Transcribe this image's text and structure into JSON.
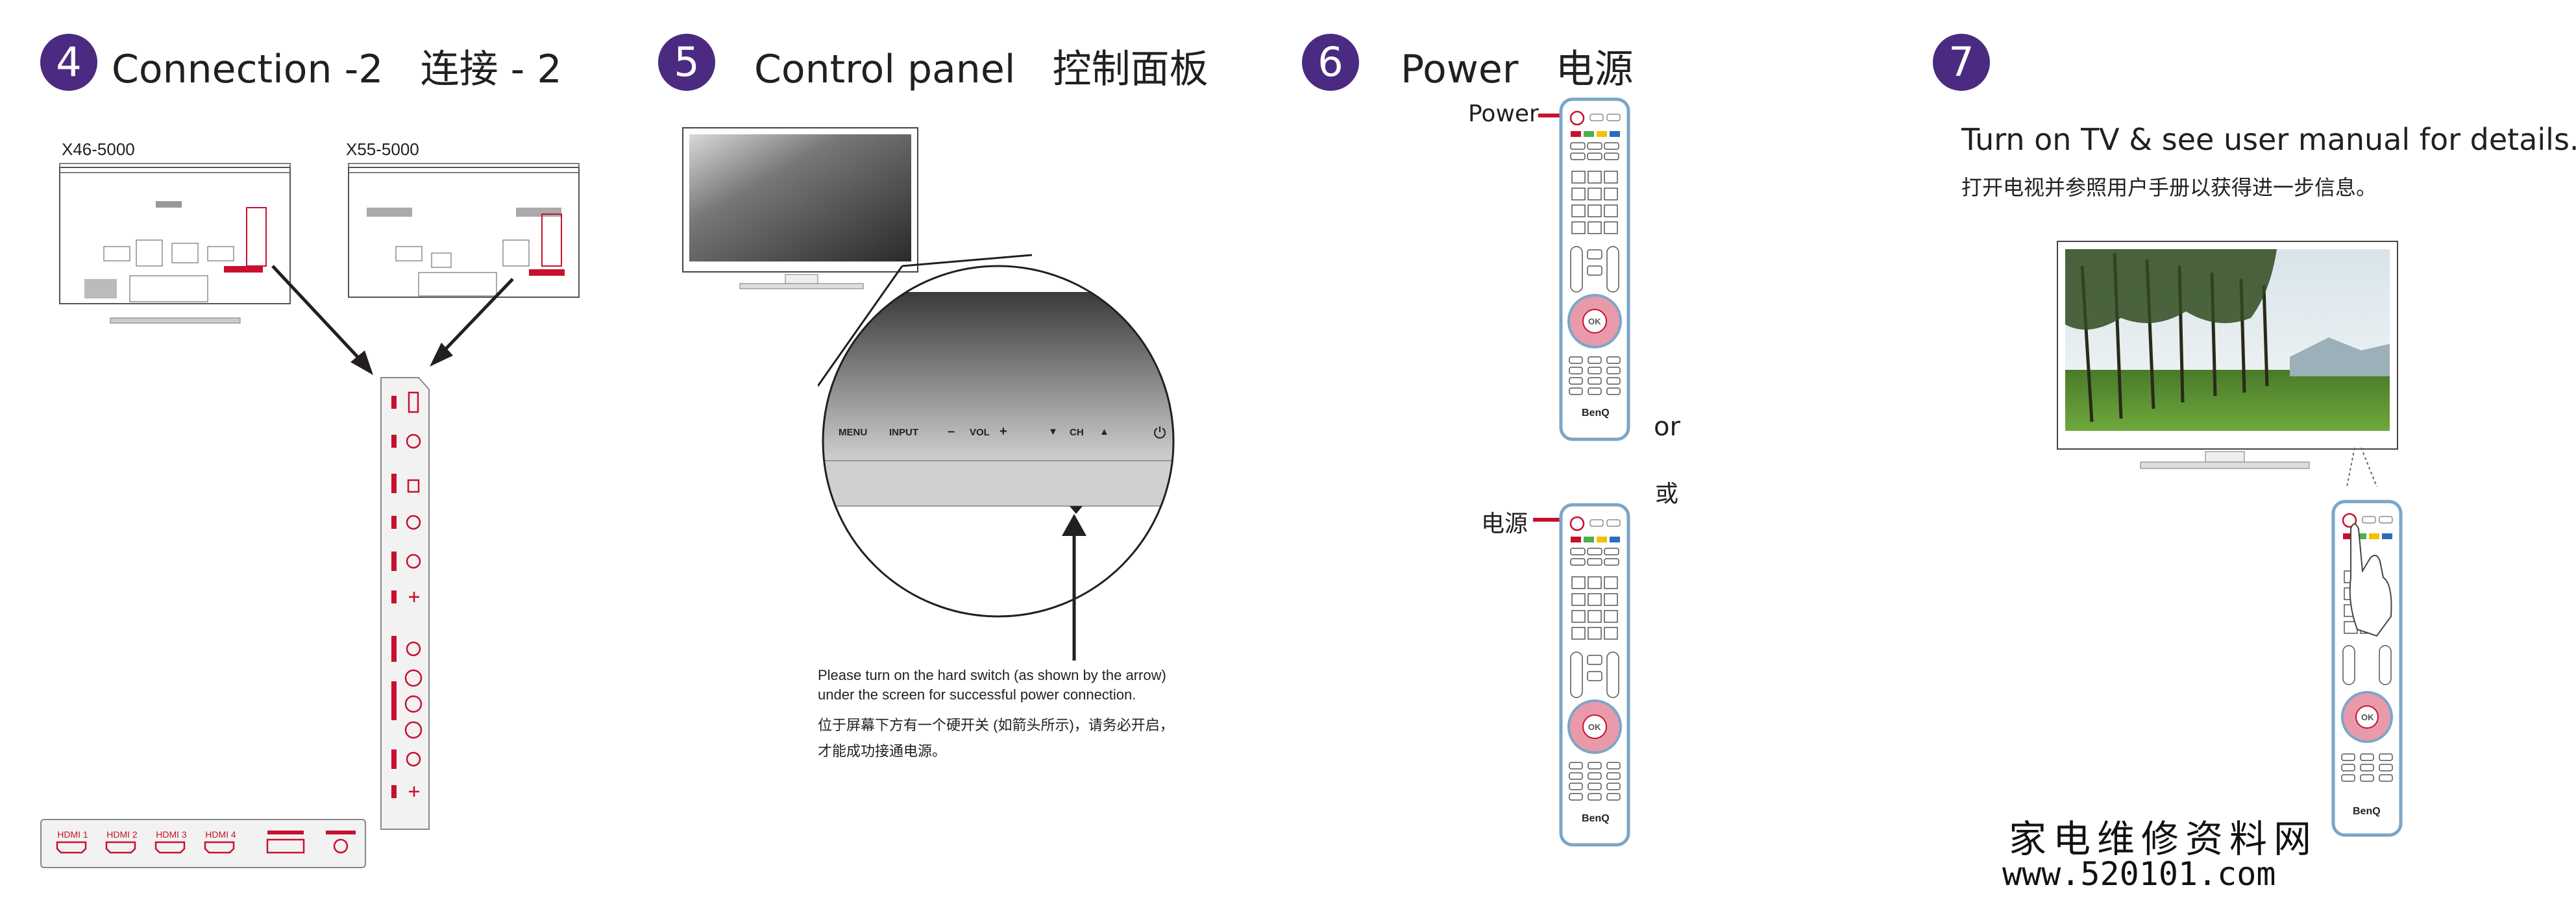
{
  "steps": [
    {
      "number": "4",
      "title": "Connection -2",
      "title_cn": "连接 - 2"
    },
    {
      "number": "5",
      "title": "Control panel",
      "title_cn": "控制面板"
    },
    {
      "number": "6",
      "title": "Power",
      "title_cn": "电源"
    },
    {
      "number": "7"
    }
  ],
  "section4": {
    "model_a": "X46-5000",
    "model_b": "X55-5000",
    "hdmi_ports": [
      "HDMI 1",
      "HDMI 2",
      "HDMI 3",
      "HDMI 4"
    ]
  },
  "section5": {
    "panel_buttons": [
      "MENU",
      "INPUT",
      "–",
      "VOL",
      "+",
      "▼",
      "CH",
      "▲"
    ],
    "note_en_1": "Please turn on the hard switch (as shown by the arrow)",
    "note_en_2": "under the screen for successful power connection.",
    "note_cn_1": "位于屏幕下方有一个硬开关 (如箭头所示)，请务必开启，",
    "note_cn_2": "才能成功接通电源。"
  },
  "section6": {
    "power_label": "Power",
    "power_label_cn": "电源",
    "or_text": "or",
    "or_text_cn": "或",
    "remote_ok": "OK",
    "remote_brand": "BenQ"
  },
  "section7": {
    "line_en": "Turn on TV & see user manual for details.",
    "line_cn": "打开电视并参照用户手册以获得进一步信息。",
    "remote_ok": "OK",
    "remote_brand": "BenQ"
  },
  "watermark": {
    "line1": "家电维修资料网",
    "line2": "www.520101.com"
  },
  "colors": {
    "step_circle": "#4b2a82",
    "accent_red": "#c8102e",
    "remote_blue": "#7aa6c8",
    "remote_pink": "#e89aaa"
  },
  "icons": [
    "power-icon",
    "arrow-icon",
    "usb-icon",
    "hdmi-port-icon",
    "hand-icon"
  ]
}
